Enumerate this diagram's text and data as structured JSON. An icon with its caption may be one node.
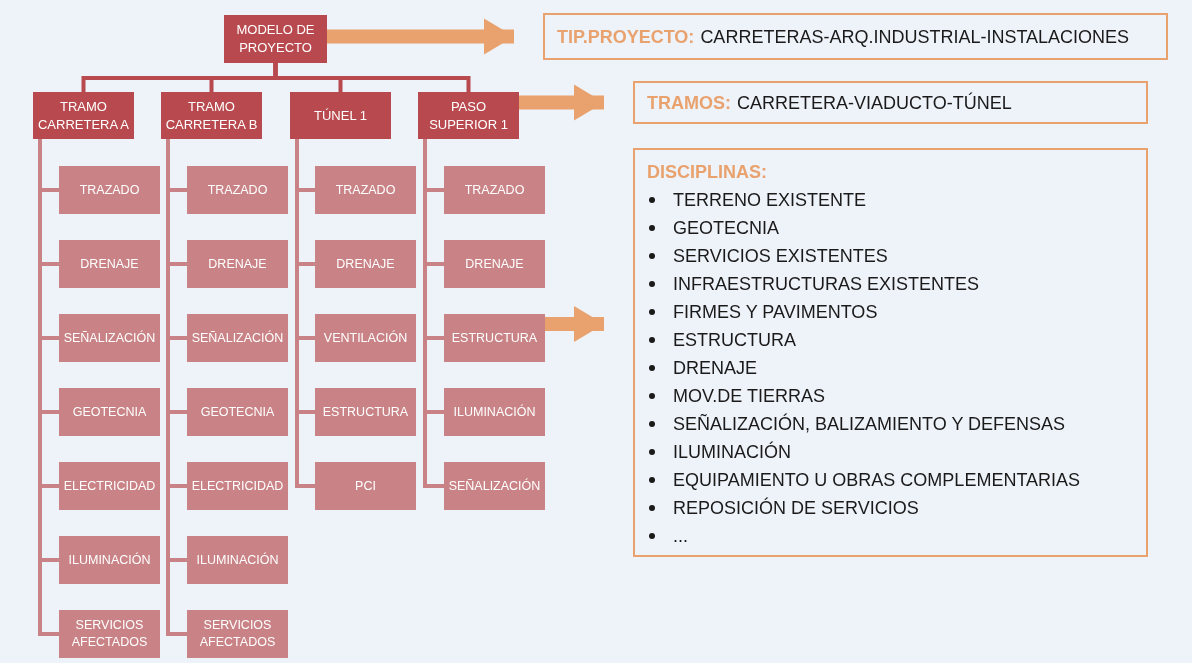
{
  "diagram": {
    "nodes": [
      {
        "text": [
          "MODELO DE PROYECTO"
        ]
      },
      {
        "text": [
          "TRAMO CARRETERA A"
        ]
      },
      {
        "text": [
          "TRAMO CARRETERA B"
        ]
      },
      {
        "text": [
          "TÚNEL 1"
        ]
      },
      {
        "text": [
          "PASO SUPERIOR 1"
        ]
      },
      {
        "text": [
          "TRAZADO"
        ]
      },
      {
        "text": [
          "DRENAJE"
        ]
      },
      {
        "text": [
          "SEÑALIZACIÓN"
        ]
      },
      {
        "text": [
          "GEOTECNIA"
        ]
      },
      {
        "text": [
          "ELECTRICIDAD"
        ]
      },
      {
        "text": [
          "ILUMINACIÓN"
        ]
      },
      {
        "text": [
          "SERVICIOS AFECTADOS"
        ]
      },
      {
        "text": [
          "TRAZADO"
        ]
      },
      {
        "text": [
          "DRENAJE"
        ]
      },
      {
        "text": [
          "SEÑALIZACIÓN"
        ]
      },
      {
        "text": [
          "GEOTECNIA"
        ]
      },
      {
        "text": [
          "ELECTRICIDAD"
        ]
      },
      {
        "text": [
          "ILUMINACIÓN"
        ]
      },
      {
        "text": [
          "SERVICIOS AFECTADOS"
        ]
      },
      {
        "text": [
          "TRAZADO"
        ]
      },
      {
        "text": [
          "DRENAJE"
        ]
      },
      {
        "text": [
          "VENTILACIÓN"
        ]
      },
      {
        "text": [
          "ESTRUCTURA"
        ]
      },
      {
        "text": [
          "PCI"
        ]
      },
      {
        "text": [
          "TRAZADO"
        ]
      },
      {
        "text": [
          "DRENAJE"
        ]
      },
      {
        "text": [
          "ESTRUCTURA"
        ]
      },
      {
        "text": [
          "ILUMINACIÓN"
        ]
      },
      {
        "text": [
          "SEÑALIZACIÓN"
        ]
      },
      {
        "text": [
          "TIP.PROYECTO:",
          "CARRETERAS-ARQ.INDUSTRIAL-INSTALACIONES"
        ]
      },
      {
        "text": [
          "TRAMOS:",
          "CARRETERA-VIADUCTO-TÚNEL"
        ]
      },
      {
        "text": [
          "DISCIPLINAS:",
          "TERRENO EXISTENTE",
          "GEOTECNIA",
          "SERVICIOS EXISTENTES",
          "INFRAESTRUCTURAS EXISTENTES",
          "FIRMES Y PAVIMENTOS",
          "ESTRUCTURA",
          "DRENAJE",
          "MOV.DE TIERRAS",
          "SEÑALIZACIÓN, BALIZAMIENTO Y DEFENSAS",
          "ILUMINACIÓN",
          "EQUIPAMIENTO U OBRAS COMPLEMENTARIAS",
          "REPOSICIÓN DE SERVICIOS",
          "..."
        ]
      }
    ],
    "edges": [
      {
        "from": 0,
        "to": 1,
        "arrow": "none",
        "color": "#b84a4f"
      },
      {
        "from": 0,
        "to": 2,
        "arrow": "none",
        "color": "#b84a4f"
      },
      {
        "from": 0,
        "to": 3,
        "arrow": "none",
        "color": "#b84a4f"
      },
      {
        "from": 0,
        "to": 4,
        "arrow": "none",
        "color": "#b84a4f"
      },
      {
        "from": 1,
        "to": 5,
        "arrow": "none"
      },
      {
        "from": 1,
        "to": 6,
        "arrow": "none"
      },
      {
        "from": 1,
        "to": 7,
        "arrow": "none"
      },
      {
        "from": 1,
        "to": 8,
        "arrow": "none"
      },
      {
        "from": 1,
        "to": 9,
        "arrow": "none"
      },
      {
        "from": 1,
        "to": 10,
        "arrow": "none"
      },
      {
        "from": 1,
        "to": 11,
        "arrow": "none"
      },
      {
        "from": 2,
        "to": 12,
        "arrow": "none"
      },
      {
        "from": 2,
        "to": 13,
        "arrow": "none"
      },
      {
        "from": 2,
        "to": 14,
        "arrow": "none"
      },
      {
        "from": 2,
        "to": 15,
        "arrow": "none"
      },
      {
        "from": 2,
        "to": 16,
        "arrow": "none"
      },
      {
        "from": 2,
        "to": 17,
        "arrow": "none"
      },
      {
        "from": 2,
        "to": 18,
        "arrow": "none"
      },
      {
        "from": 3,
        "to": 19,
        "arrow": "none"
      },
      {
        "from": 3,
        "to": 20,
        "arrow": "none"
      },
      {
        "from": 3,
        "to": 21,
        "arrow": "none"
      },
      {
        "from": 3,
        "to": 22,
        "arrow": "none"
      },
      {
        "from": 3,
        "to": 23,
        "arrow": "none"
      },
      {
        "from": 4,
        "to": 24,
        "arrow": "none"
      },
      {
        "from": 4,
        "to": 25,
        "arrow": "none"
      },
      {
        "from": 4,
        "to": 26,
        "arrow": "none"
      },
      {
        "from": 4,
        "to": 27,
        "arrow": "none"
      },
      {
        "from": 4,
        "to": 28,
        "arrow": "none"
      },
      {
        "from": 0,
        "to": 29,
        "arrow": "to",
        "style": "thick",
        "color": "#e9a26d"
      },
      {
        "from": 4,
        "to": 30,
        "arrow": "to",
        "style": "thick",
        "color": "#e9a26d"
      },
      {
        "from": 26,
        "to": 31,
        "arrow": "to",
        "style": "thick",
        "color": "#e9a26d"
      }
    ]
  }
}
